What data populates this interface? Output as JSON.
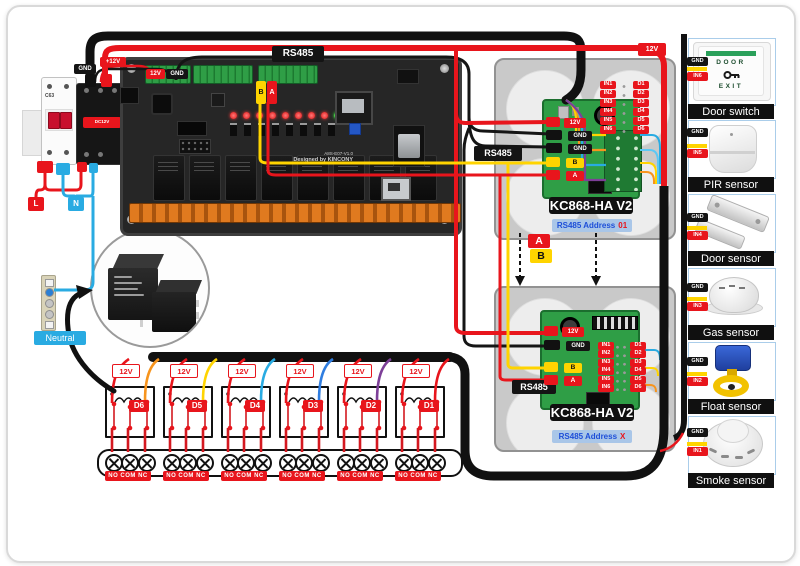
{
  "colors": {
    "wire_red": "#e8151c",
    "wire_yellow": "#ffd400",
    "wire_blue": "#29abe2",
    "wire_orange": "#f7941d",
    "wire_purple": "#7d3f98",
    "wire_black": "#141414",
    "pcb_green": "#2f9e46",
    "address_bg": "#a9c6e8",
    "address_text": "#1d4ed8"
  },
  "power": {
    "gnd": "GND",
    "v12": "+12V",
    "breaker": "C63",
    "psu": "DC12V",
    "live": "L",
    "neutral_short": "N",
    "neutral": "Neutral"
  },
  "board": {
    "rs485": "RS485",
    "v12": "12V",
    "gnd": "GND",
    "b": "B",
    "a": "A",
    "silk1": "A8S-E07-V1.0",
    "silk2": "Designed by KINCONY"
  },
  "links": {
    "v12_top": "12V",
    "rs485_mid": "RS485",
    "rs485_bottom": "RS485",
    "a": "A",
    "b": "B"
  },
  "modules": [
    {
      "name": "KC868-HA V2",
      "address_label": "RS485 Address",
      "address_value": "01",
      "v12": "12V",
      "gnd1": "GND",
      "gnd2": "GND",
      "b": "B",
      "a": "A",
      "inputs": [
        "IN1",
        "IN2",
        "IN3",
        "IN4",
        "IN5",
        "IN6"
      ],
      "outputs": [
        "D1",
        "D2",
        "D3",
        "D4",
        "D5",
        "D6"
      ]
    },
    {
      "name": "KC868-HA V2",
      "address_label": "RS485 Address",
      "address_value": "X",
      "v12": "12V",
      "gnd1": "GND",
      "b": "B",
      "a": "A",
      "inputs": [
        "IN1",
        "IN2",
        "IN3",
        "IN4",
        "IN5",
        "IN6"
      ],
      "outputs": [
        "D1",
        "D2",
        "D3",
        "D4",
        "D5",
        "D6"
      ]
    }
  ],
  "door_switch_face": {
    "door": "DOOR",
    "exit": "EXIT"
  },
  "sensors": [
    {
      "label": "Door switch",
      "gnd": "GND",
      "input": "IN6"
    },
    {
      "label": "PIR sensor",
      "gnd": "GND",
      "input": "IN5"
    },
    {
      "label": "Door sensor",
      "gnd": "GND",
      "input": "IN4"
    },
    {
      "label": "Gas sensor",
      "gnd": "GND",
      "input": "IN3"
    },
    {
      "label": "Float sensor",
      "gnd": "GND",
      "input": "IN2"
    },
    {
      "label": "Smoke sensor",
      "gnd": "GND",
      "input": "IN1"
    }
  ],
  "relays": [
    {
      "id": "D6",
      "v12": "12V",
      "terminals": "NO COM NC",
      "wire_color": "#f7941d"
    },
    {
      "id": "D5",
      "v12": "12V",
      "terminals": "NO COM NC",
      "wire_color": "#ffd400"
    },
    {
      "id": "D4",
      "v12": "12V",
      "terminals": "NO COM NC",
      "wire_color": "#29abe2"
    },
    {
      "id": "D3",
      "v12": "12V",
      "terminals": "NO COM NC",
      "wire_color": "#2f7de0"
    },
    {
      "id": "D2",
      "v12": "12V",
      "terminals": "NO COM NC",
      "wire_color": "#7d3f98"
    },
    {
      "id": "D1",
      "v12": "12V",
      "terminals": "NO COM NC",
      "wire_color": "#e8151c"
    }
  ]
}
